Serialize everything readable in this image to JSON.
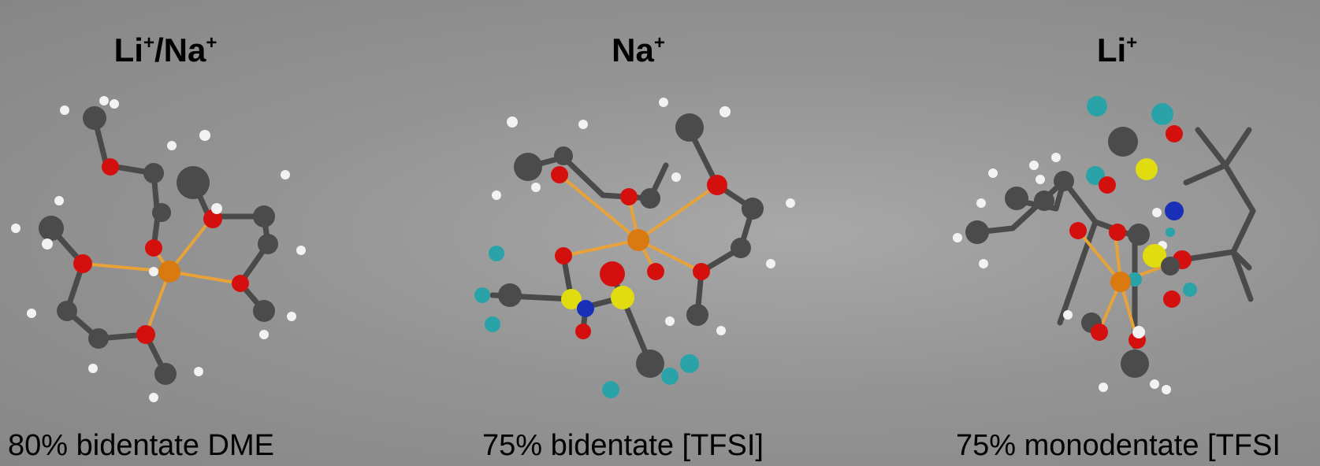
{
  "panels": [
    {
      "title_parts": [
        "Li",
        "+",
        "/Na",
        "+"
      ],
      "caption": "80% bidentate DME"
    },
    {
      "title_parts": [
        "Na",
        "+"
      ],
      "caption": "75% bidentate [TFSI]"
    },
    {
      "title_parts": [
        "Li",
        "+"
      ],
      "caption": "75% monodentate [TFSI"
    }
  ],
  "colors": {
    "carbon": "#4b4b4b",
    "hydrogen": "#f2f2f2",
    "oxygen": "#d4100e",
    "metal": "#d9790f",
    "sulfur": "#e0dc10",
    "nitrogen": "#1a2fb8",
    "fluorine": "#2aa3a8"
  },
  "atom_legend": {
    "carbon": "carbon-atom",
    "hydrogen": "hydrogen-atom",
    "oxygen": "oxygen-atom",
    "metal": "metal-ion",
    "sulfur": "sulfur-atom",
    "nitrogen": "nitrogen-atom",
    "fluorine": "fluorine-atom"
  }
}
